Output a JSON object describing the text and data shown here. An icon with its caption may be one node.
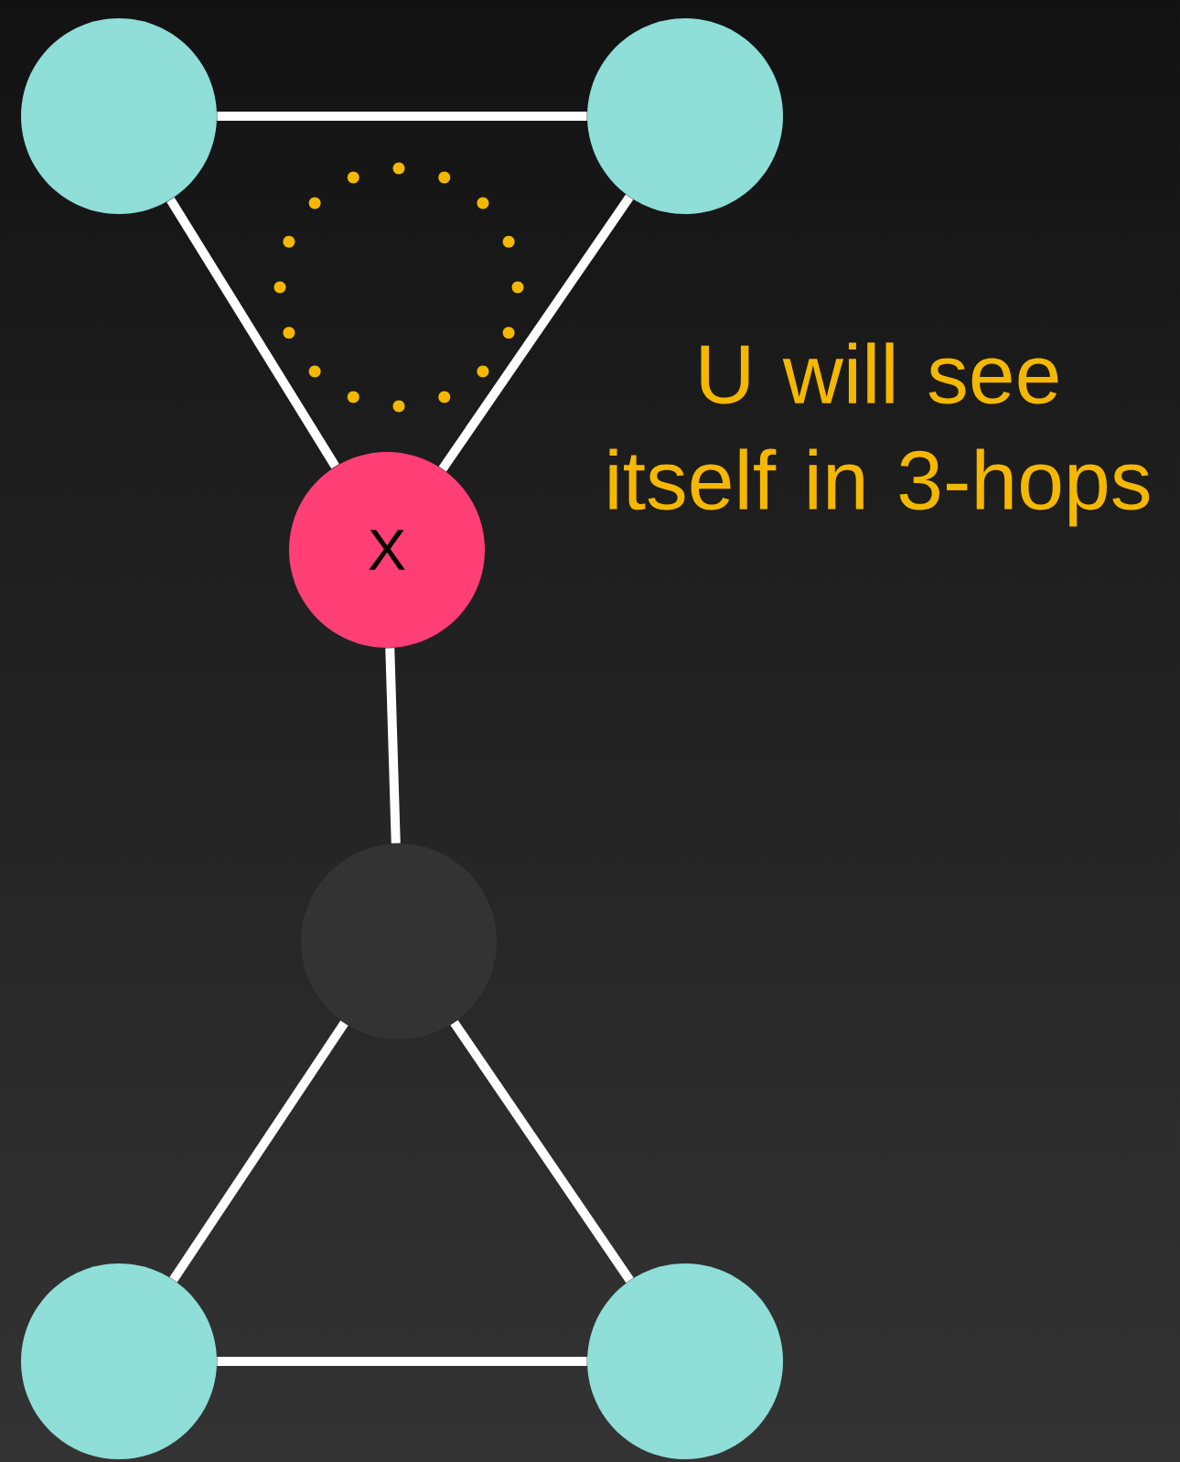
{
  "diagram": {
    "nodes": [
      {
        "text": [],
        "shape": "circle"
      },
      {
        "text": [],
        "shape": "circle"
      },
      {
        "text": [
          "X"
        ]
      },
      {
        "text": [],
        "shape": "circle"
      },
      {
        "text": [],
        "shape": "circle"
      },
      {
        "text": [],
        "shape": "circle"
      }
    ],
    "edges": [
      {
        "from": 0,
        "to": 1,
        "arrow": "none"
      },
      {
        "from": 0,
        "to": 2,
        "arrow": "none"
      },
      {
        "from": 1,
        "to": 2,
        "arrow": "none"
      },
      {
        "from": 2,
        "to": 3,
        "arrow": "none"
      },
      {
        "from": 3,
        "to": 4,
        "arrow": "none"
      },
      {
        "from": 3,
        "to": 5,
        "arrow": "none"
      },
      {
        "from": 4,
        "to": 5,
        "arrow": "none"
      }
    ],
    "labels": [
      "U will see itself in 3-hops"
    ]
  }
}
